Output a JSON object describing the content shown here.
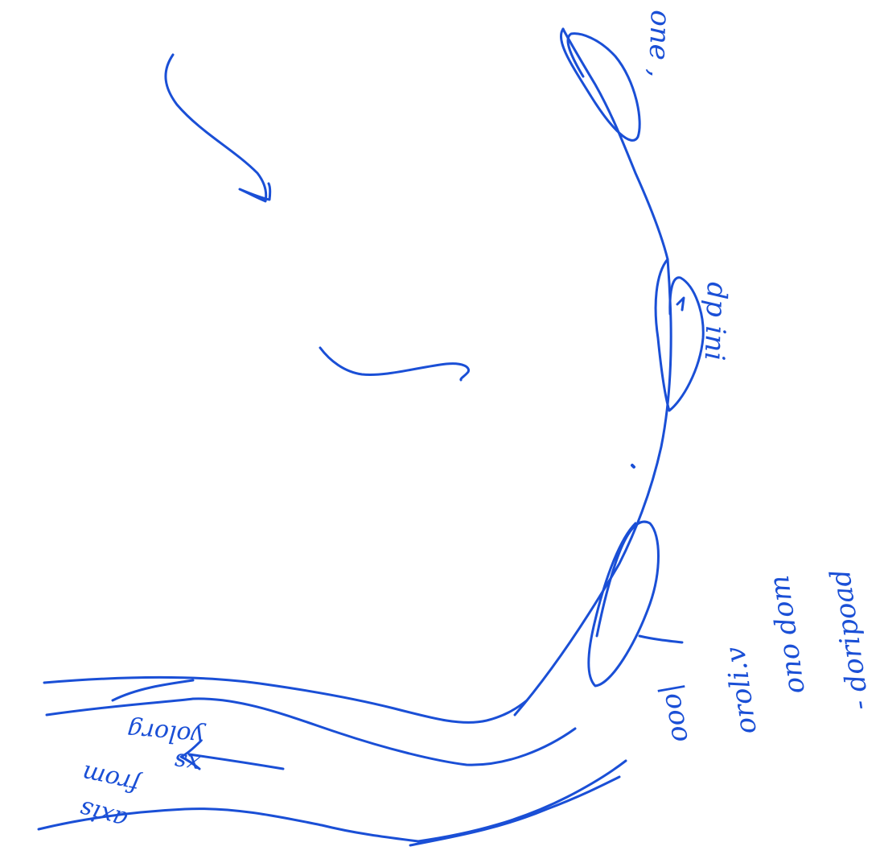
{
  "ink_color": "#1a4fd6",
  "labels": {
    "top_right": "one ,",
    "middle_right": "dp ini",
    "bottom_right_1": "- doripoad",
    "bottom_right_2": "ono dom",
    "bottom_right_3": "oroli.v",
    "bottom_right_4": "ooo|",
    "bottom_left_1": "axis",
    "bottom_left_2": "from",
    "bottom_left_3": "xs",
    "bottom_left_4": "yolorg"
  }
}
